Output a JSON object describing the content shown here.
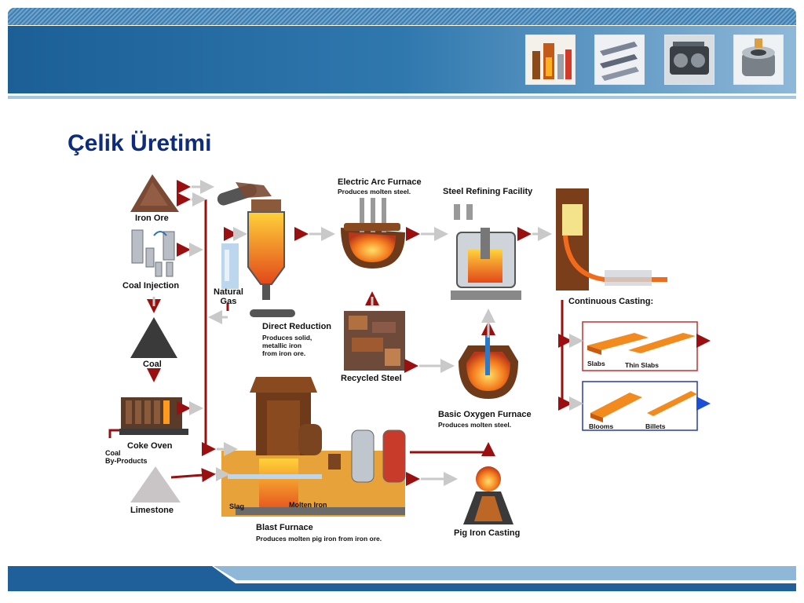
{
  "slide": {
    "title": "Çelik Üretimi"
  },
  "header": {
    "thumbnails": [
      "blast-furnace-photo",
      "drill-bits-photo",
      "engine-block-photo",
      "bearing-photo"
    ]
  },
  "diagram": {
    "labels": {
      "iron_ore": "Iron Ore",
      "coal_injection": "Coal Injection",
      "natural_gas": "Natural\nGas",
      "coal": "Coal",
      "coke_oven": "Coke Oven",
      "coal_byproducts": "Coal\nBy-Products",
      "limestone": "Limestone",
      "direct_reduction": "Direct Reduction",
      "direct_reduction_desc": "Produces solid,\nmetallic iron\nfrom iron ore.",
      "eaf": "Electric Arc Furnace",
      "eaf_desc": "Produces molten steel.",
      "refining": "Steel Refining Facility",
      "recycled": "Recycled Steel",
      "bof": "Basic Oxygen Furnace",
      "bof_desc": "Produces molten steel.",
      "continuous_casting": "Continuous Casting:",
      "slabs": "Slabs",
      "thin_slabs": "Thin Slabs",
      "blooms": "Blooms",
      "billets": "Billets",
      "slag": "Slag",
      "molten_iron": "Molten Iron",
      "blast_furnace": "Blast Furnace",
      "blast_furnace_desc": "Produces molten pig iron from iron ore.",
      "pig_iron": "Pig Iron Casting"
    },
    "colors": {
      "flow_line": "#9a0f0f",
      "flow_arrow_gray": "#c9c9c9",
      "molten": "#f26b1d",
      "molten_core": "#ffd23a",
      "furnace_brown": "#6e3a1a",
      "slabs_border": "#c23030",
      "blooms_border": "#2a3aa8",
      "blue_arrow": "#1a4fd6"
    }
  }
}
